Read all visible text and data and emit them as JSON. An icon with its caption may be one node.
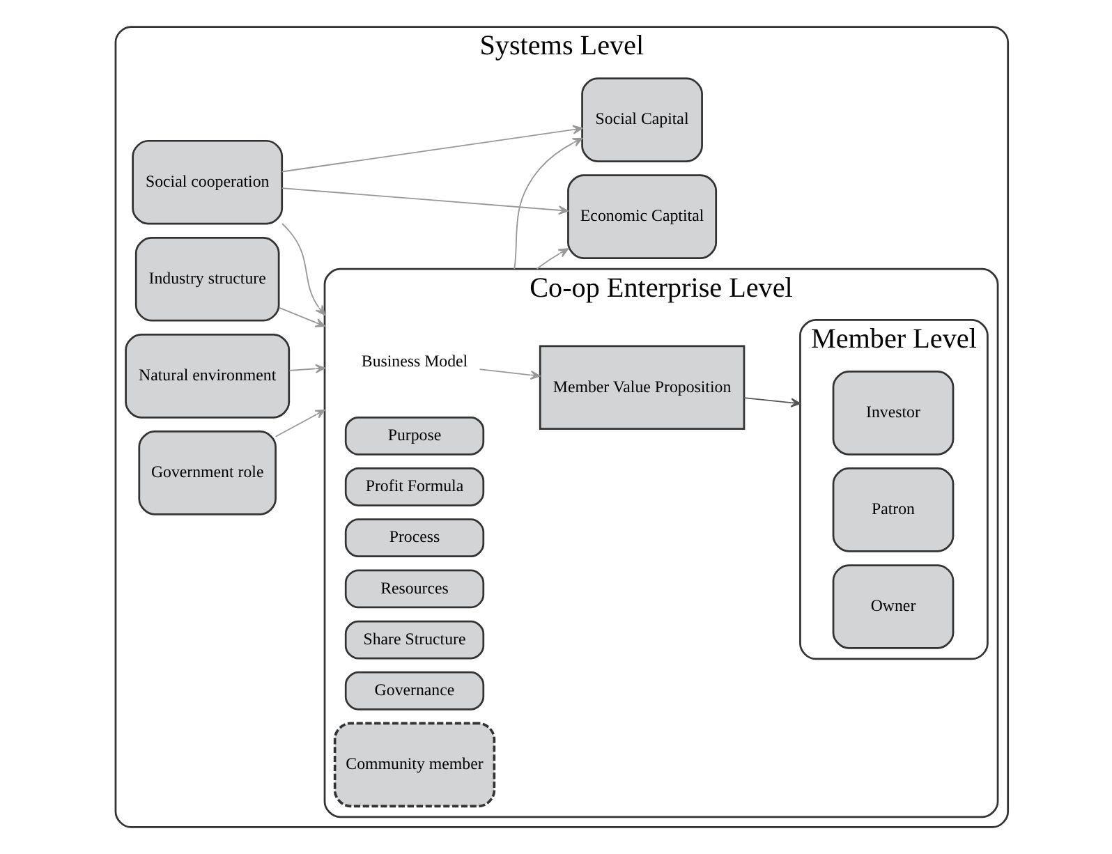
{
  "diagram": {
    "nodes": [
      {
        "text": [
          "Systems Level"
        ]
      },
      {
        "text": [
          "Economic Captital"
        ],
        "in": 0
      },
      {
        "text": [
          "Social Capital"
        ],
        "in": 0
      },
      {
        "text": [
          "Social cooperation"
        ],
        "in": 0
      },
      {
        "text": [
          "Government role"
        ],
        "in": 0
      },
      {
        "text": [
          "Industry structure"
        ],
        "in": 0
      },
      {
        "text": [
          "Natural environment"
        ],
        "in": 0
      },
      {
        "text": [
          "Co-op Enterprise Level"
        ],
        "in": 0
      },
      {
        "text": [
          "Business Model"
        ],
        "in": 7
      },
      {
        "text": [
          "Member Value Proposition"
        ],
        "in": 7
      },
      {
        "text": [
          "Purpose"
        ],
        "in": 7
      },
      {
        "text": [
          "Profit Formula"
        ],
        "in": 7
      },
      {
        "text": [
          "Process"
        ],
        "in": 7
      },
      {
        "text": [
          "Resources"
        ],
        "in": 7
      },
      {
        "text": [
          "Share Structure"
        ],
        "in": 7
      },
      {
        "text": [
          "Governance"
        ],
        "in": 7
      },
      {
        "text": [
          "Member Level"
        ],
        "in": 7
      },
      {
        "text": [
          "Investor"
        ],
        "in": 16
      },
      {
        "text": [
          "Patron"
        ],
        "in": 16
      },
      {
        "text": [
          "Owner"
        ],
        "in": 16
      },
      {
        "text": [
          "Community member"
        ],
        "in": 7
      }
    ],
    "edges": [
      {
        "from": 3,
        "to": 1,
        "arrow": "to"
      },
      {
        "from": 3,
        "to": 2,
        "arrow": "to"
      },
      {
        "from": 3,
        "to": 7,
        "arrow": "to"
      },
      {
        "from": 4,
        "to": 7,
        "arrow": "to"
      },
      {
        "from": 5,
        "to": 7,
        "arrow": "to"
      },
      {
        "from": 6,
        "to": 7,
        "arrow": "to"
      },
      {
        "from": 7,
        "to": 1,
        "arrow": "to"
      },
      {
        "from": 7,
        "to": 2,
        "arrow": "to"
      },
      {
        "from": 8,
        "to": 9,
        "arrow": "to"
      },
      {
        "from": 9,
        "to": 16,
        "arrow": "to",
        "color": "#555555"
      }
    ]
  }
}
